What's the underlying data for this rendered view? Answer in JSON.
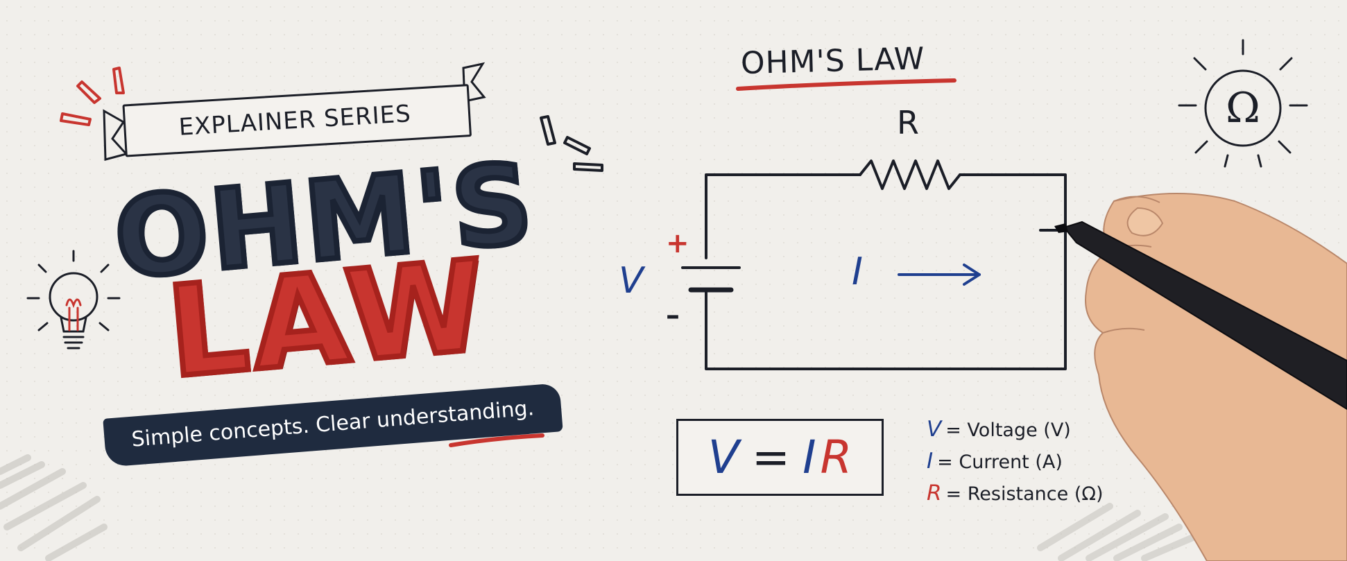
{
  "banner": {
    "label": "EXPLAINER SERIES"
  },
  "title": {
    "line1": "OHM'S",
    "line2": "LAW"
  },
  "tagline": "Simple concepts. Clear understanding.",
  "circuit": {
    "heading": "OHM'S LAW",
    "resistor_label": "R",
    "voltage_label": "V",
    "current_label": "I",
    "plus_sign": "+",
    "minus_sign": "–"
  },
  "formula": {
    "v": "V",
    "eq": "=",
    "i": "I",
    "r": "R"
  },
  "legend": [
    {
      "symbol": "V",
      "text": "= Voltage (V)",
      "color": "#1f3f8f"
    },
    {
      "symbol": "I",
      "text": "= Current (A)",
      "color": "#1f3f8f"
    },
    {
      "symbol": "R",
      "text": "= Resistance (Ω)",
      "color": "#c8352f"
    }
  ],
  "omega_symbol": "Ω",
  "colors": {
    "navy": "#1f2b3f",
    "accent_red": "#c8352f",
    "accent_blue": "#1f3f8f",
    "ink": "#1b1e27",
    "paper": "#f1efeb"
  },
  "icons": [
    "lightbulb-icon",
    "omega-badge-icon",
    "hand-with-pen-illustration",
    "spark-lines-icon"
  ]
}
